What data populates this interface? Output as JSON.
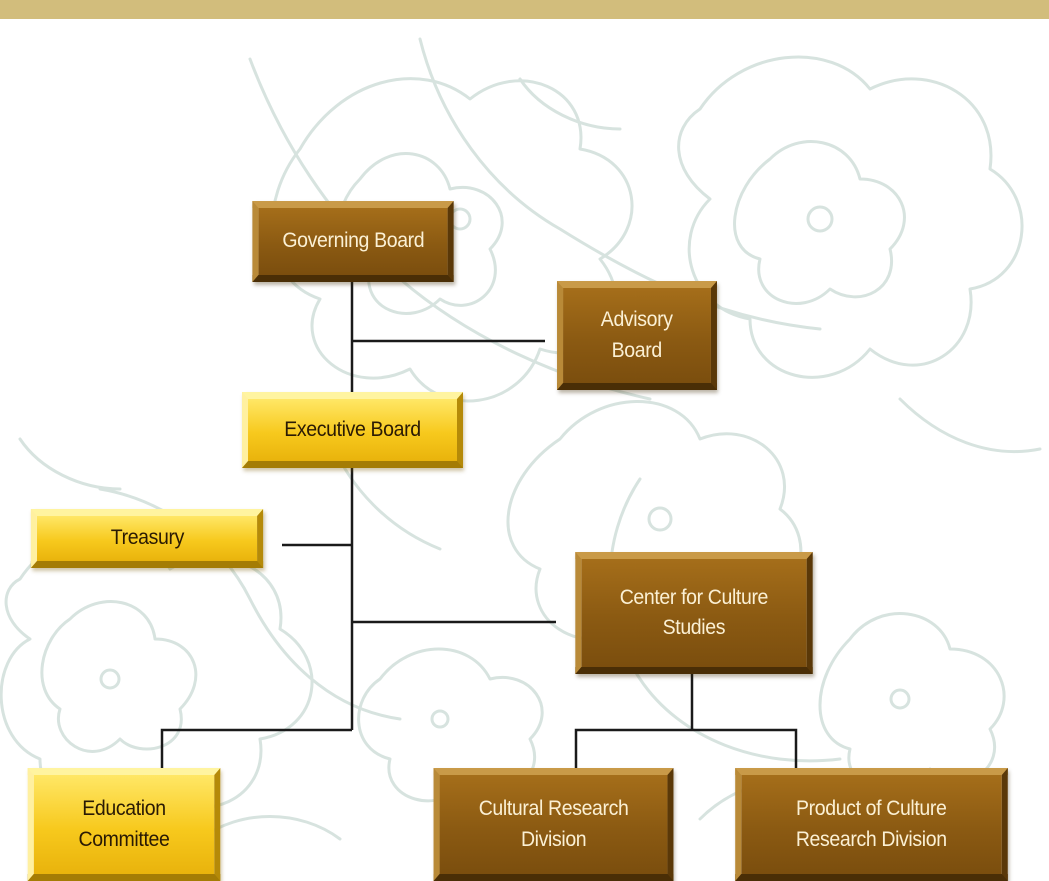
{
  "diagram": {
    "nodes": {
      "governing_board": "Governing Board",
      "advisory_board": "Advisory\nBoard",
      "executive_board": "Executive Board",
      "treasury": "Treasury",
      "center_culture": "Center for Culture\nStudies",
      "education_committee": "Education\nCommittee",
      "cultural_research": "Cultural Research\nDivision",
      "product_culture": "Product of Culture\nResearch Division"
    }
  },
  "colors": {
    "header_bar": "#d2bd7c",
    "brown_box": "#8b5a12",
    "gold_box": "#f7c91d",
    "connector": "#1a1a1a",
    "watermark": "#d7e3df"
  },
  "decoration": {
    "watermark_icon": "batik-leaf-pattern-icon"
  }
}
